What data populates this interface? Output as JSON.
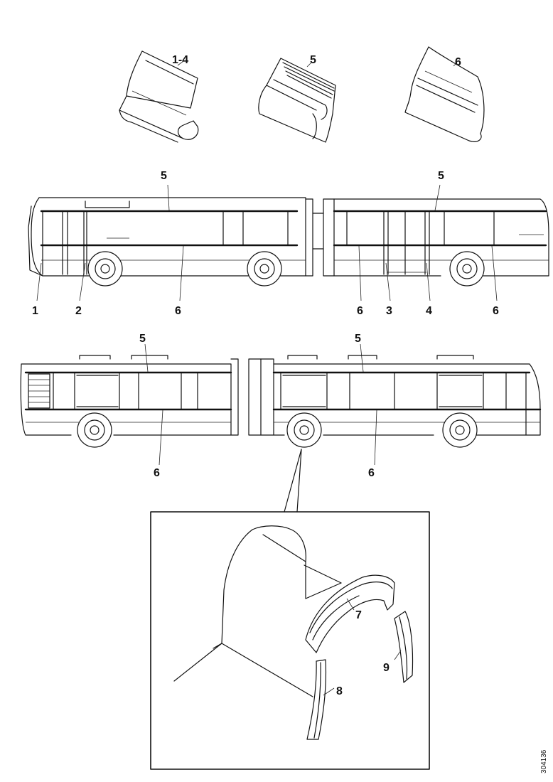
{
  "document_id": "304136",
  "profiles": [
    {
      "label": "1-4"
    },
    {
      "label": "5"
    },
    {
      "label": "6"
    }
  ],
  "bus_side_right": {
    "callouts": [
      "5",
      "5",
      "1",
      "2",
      "6",
      "6",
      "3",
      "4",
      "6"
    ]
  },
  "bus_side_left": {
    "callouts": [
      "5",
      "5",
      "6",
      "6"
    ]
  },
  "detail": {
    "callouts": [
      "7",
      "9",
      "8"
    ]
  }
}
